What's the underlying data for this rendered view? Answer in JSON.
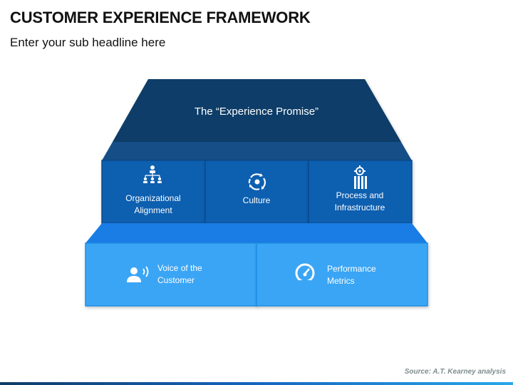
{
  "header": {
    "title": "CUSTOMER EXPERIENCE FRAMEWORK",
    "subtitle": "Enter your sub headline here"
  },
  "roof": {
    "label": "The “Experience Promise”",
    "color": "#0f3c67"
  },
  "pillars": [
    {
      "line1": "Organizational",
      "line2": "Alignment",
      "icon": "org-chart-icon"
    },
    {
      "line1": "Culture",
      "line2": "",
      "icon": "culture-cycle-icon"
    },
    {
      "line1": "Process and",
      "line2": "Infrastructure",
      "icon": "process-gear-icon"
    }
  ],
  "base": [
    {
      "line1": "Voice of the",
      "line2": "Customer",
      "icon": "speaking-person-icon"
    },
    {
      "line1": "Performance",
      "line2": "Metrics",
      "icon": "speedometer-icon"
    }
  ],
  "colors": {
    "roof": "#0f3c67",
    "roof_side": "#1a5a9a",
    "pillars": "#0f5eb0",
    "base_top": "#1a7de6",
    "base": "#3aa5f5"
  },
  "footer": {
    "source": "Source: A.T. Kearney analysis"
  }
}
